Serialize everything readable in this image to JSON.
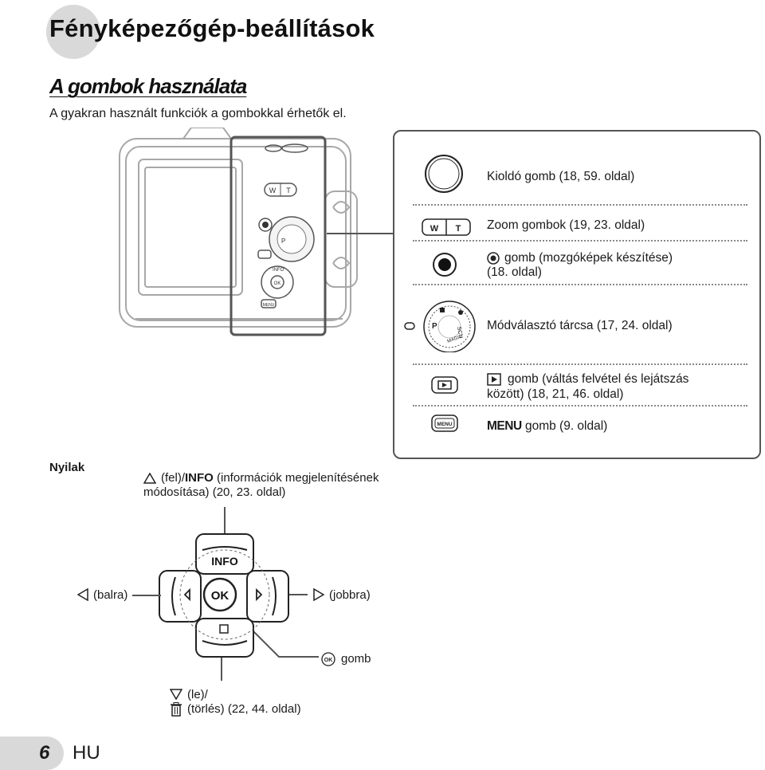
{
  "header": {
    "title": "Fényképezőgép-beállítások"
  },
  "section": {
    "title": "A gombok használata",
    "intro": "A gyakran használt funkciók a gombokkal érhetők el."
  },
  "callouts": [
    {
      "icon": "shutter-button-icon",
      "text": "Kioldó gomb (18, 59. oldal)"
    },
    {
      "icon": "zoom-buttons-icon",
      "text": "Zoom gombok (19, 23. oldal)"
    },
    {
      "icon": "movie-button-icon",
      "text": "gomb (mozgóképek készítése)",
      "text2": "(18. oldal)"
    },
    {
      "icon": "mode-dial-icon",
      "text": "Módválasztó tárcsa (17, 24. oldal)"
    },
    {
      "icon": "playback-button-icon",
      "text": "gomb (váltás felvétel és lejátszás",
      "text2": "között) (18, 21, 46. oldal)"
    },
    {
      "icon": "menu-button-icon",
      "label": "MENU",
      "text": "gomb (9. oldal)"
    }
  ],
  "camera_labels": {
    "zoom_wide": "W",
    "zoom_tele": "T",
    "info": "INFO",
    "ok": "OK",
    "menu": "MENU",
    "dial_p": "P",
    "dial_magic": "MAGIC",
    "dial_scn": "SCN"
  },
  "arrows": {
    "label": "Nyilak",
    "up_prefix": "(fel)/",
    "up_info": "INFO",
    "up_text": "(információk megjelenítésének",
    "up_text2": "módosítása) (20, 23. oldal)",
    "left": "(balra)",
    "right": "(jobbra)",
    "ok_text": "gomb",
    "down": "(le)/",
    "down_text": "(törlés) (22, 44. oldal)",
    "pad_info": "INFO",
    "pad_ok": "OK"
  },
  "footer": {
    "page": "6",
    "lang": "HU"
  },
  "colors": {
    "panel_border": "#555555",
    "footer_tab": "#d9d9d9",
    "camera_line": "#999999"
  }
}
